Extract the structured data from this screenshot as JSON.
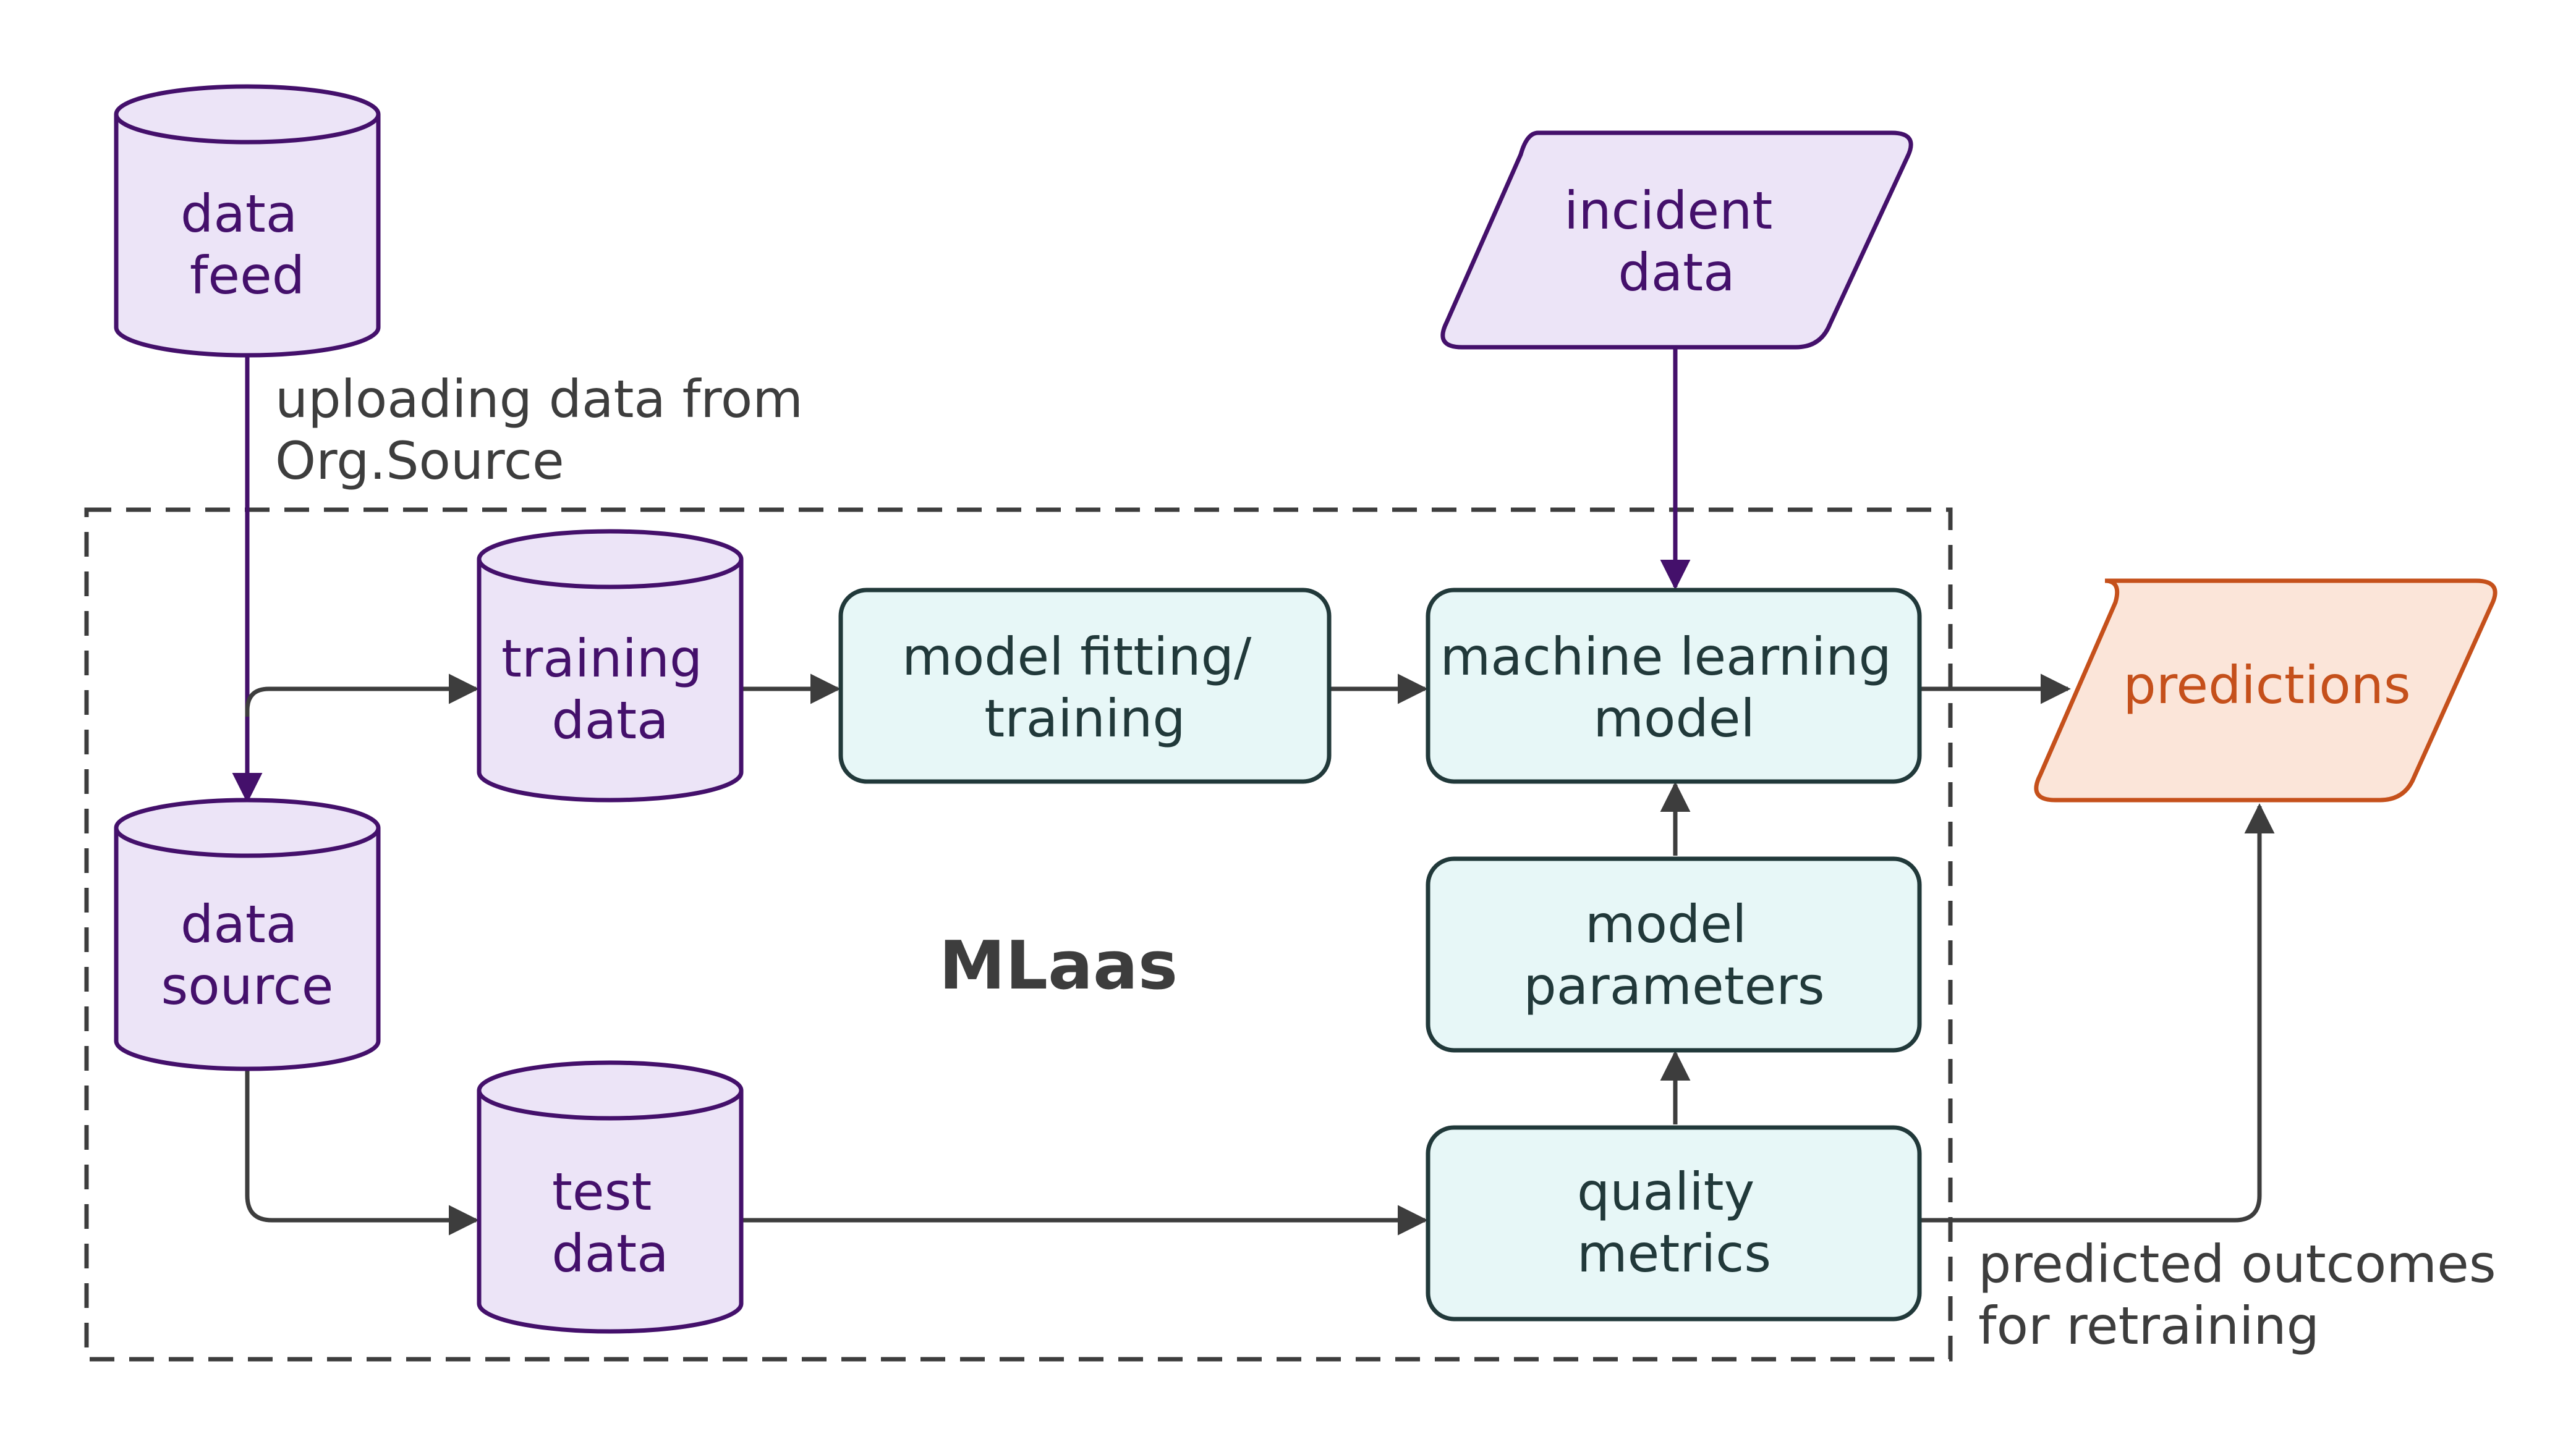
{
  "colors": {
    "purple_fill": "#ece4f7",
    "purple_stroke": "#44106b",
    "purple_text": "#44106b",
    "teal_fill": "#e7f7f7",
    "teal_stroke": "#21393a",
    "teal_text": "#21393a",
    "orange_fill": "#fbe5d9",
    "orange_stroke": "#c5501b",
    "orange_text": "#c5501b",
    "edge": "#3d3d3d",
    "edge_purple": "#44106b",
    "boundary": "#3d3d3d",
    "annotation_text": "#3d3d3d"
  },
  "nodes": {
    "data_feed": {
      "line1": "data",
      "line2": "feed"
    },
    "training_data": {
      "line1": "training",
      "line2": "data"
    },
    "data_source": {
      "line1": "data",
      "line2": "source"
    },
    "test_data": {
      "line1": "test",
      "line2": "data"
    },
    "model_fitting": {
      "line1": "model fitting/",
      "line2": "training"
    },
    "ml_model": {
      "line1": "machine learning",
      "line2": "model"
    },
    "model_parameters": {
      "line1": "model",
      "line2": "parameters"
    },
    "quality_metrics": {
      "line1": "quality",
      "line2": "metrics"
    },
    "incident_data": {
      "line1": "incident",
      "line2": "data"
    },
    "predictions": {
      "line1": "predictions"
    }
  },
  "boundary_label": "MLaas",
  "annotations": {
    "upload": {
      "line1": "uploading data from",
      "line2": "Org.Source"
    },
    "retrain": {
      "line1": "predicted outcomes",
      "line2": "for retraining"
    }
  }
}
